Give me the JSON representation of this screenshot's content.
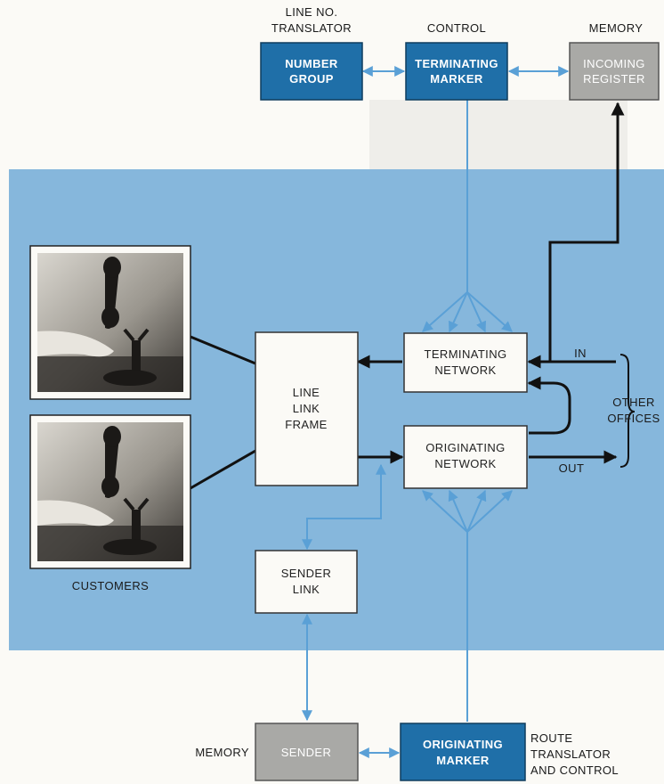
{
  "colors": {
    "page_bg": "#fbfaf6",
    "panel_bg": "#86b7dc",
    "accent_box": "#1f6fa8",
    "gray_box": "#a9a9a6",
    "white_box": "#fbfaf6",
    "blue_line": "#5aa0d6",
    "black_line": "#111111"
  },
  "labels": {
    "line_no_translator": [
      "LINE NO.",
      "TRANSLATOR"
    ],
    "control": "CONTROL",
    "memory_top": "MEMORY",
    "memory_bottom": "MEMORY",
    "route_translator": [
      "ROUTE",
      "TRANSLATOR",
      "AND CONTROL"
    ],
    "customers": "CUSTOMERS",
    "in": "IN",
    "out": "OUT",
    "other_offices": [
      "OTHER",
      "OFFICES"
    ]
  },
  "boxes": {
    "number_group": [
      "NUMBER",
      "GROUP"
    ],
    "terminating_marker": [
      "TERMINATING",
      "MARKER"
    ],
    "incoming_register": [
      "INCOMING",
      "REGISTER"
    ],
    "terminating_network": [
      "TERMINATING",
      "NETWORK"
    ],
    "originating_network": [
      "ORIGINATING",
      "NETWORK"
    ],
    "line_link_frame": [
      "LINE",
      "LINK",
      "FRAME"
    ],
    "sender_link": [
      "SENDER",
      "LINK"
    ],
    "sender": "SENDER",
    "originating_marker": [
      "ORIGINATING",
      "MARKER"
    ]
  },
  "icons": {
    "customer_1": "candlestick-telephone-photo-icon",
    "customer_2": "candlestick-telephone-photo-icon"
  }
}
